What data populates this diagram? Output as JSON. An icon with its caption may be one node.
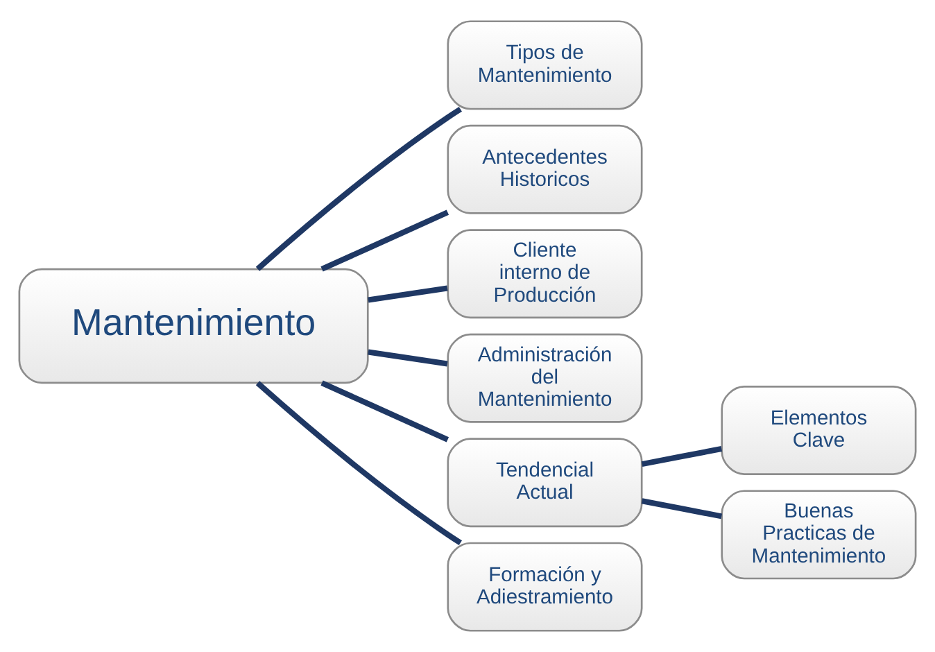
{
  "diagram": {
    "nodes": [
      {
        "text": [
          "Mantenimiento"
        ]
      },
      {
        "text": [
          "Tipos de Mantenimiento"
        ]
      },
      {
        "text": [
          "Antecedentes Historicos"
        ]
      },
      {
        "text": [
          "Cliente interno de Producción"
        ]
      },
      {
        "text": [
          "Administración del Mantenimiento"
        ]
      },
      {
        "text": [
          "Tendencial Actual"
        ]
      },
      {
        "text": [
          "Formación y Adiestramiento"
        ]
      },
      {
        "text": [
          "Elementos Clave"
        ]
      },
      {
        "text": [
          "Buenas Practicas de Mantenimiento"
        ]
      }
    ],
    "edges": [
      {
        "from": 0,
        "to": 1,
        "arrow": "none"
      },
      {
        "from": 0,
        "to": 2,
        "arrow": "none"
      },
      {
        "from": 0,
        "to": 3,
        "arrow": "none"
      },
      {
        "from": 0,
        "to": 4,
        "arrow": "none"
      },
      {
        "from": 0,
        "to": 5,
        "arrow": "none"
      },
      {
        "from": 0,
        "to": 6,
        "arrow": "none"
      },
      {
        "from": 5,
        "to": 7,
        "arrow": "none"
      },
      {
        "from": 5,
        "to": 8,
        "arrow": "none"
      }
    ]
  }
}
